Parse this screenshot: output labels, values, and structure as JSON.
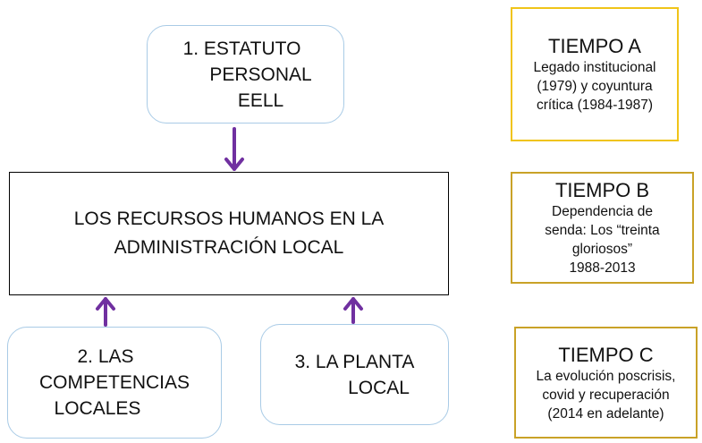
{
  "box1": {
    "lines": [
      "1.   ESTATUTO",
      "PERSONAL",
      "EELL"
    ]
  },
  "main": {
    "lines": [
      "LOS RECURSOS HUMANOS EN LA",
      "ADMINISTRACIÓN LOCAL"
    ]
  },
  "box2": {
    "lines": [
      "2.   LAS",
      "COMPETENCIAS",
      "LOCALES"
    ]
  },
  "box3": {
    "lines": [
      "3.   LA PLANTA",
      "LOCAL"
    ]
  },
  "tiempo_a": {
    "title": "TIEMPO A",
    "lines": [
      "Legado institucional",
      "(1979) y coyuntura",
      "crítica (1984-1987)"
    ]
  },
  "tiempo_b": {
    "title": "TIEMPO B",
    "lines": [
      "Dependencia de",
      "senda: Los “treinta",
      "gloriosos”",
      "1988-2013"
    ]
  },
  "tiempo_c": {
    "title": "TIEMPO C",
    "lines": [
      "La evolución poscrisis,",
      "covid y recuperación",
      "(2014 en adelante)"
    ]
  },
  "colors": {
    "arrow": "#7030a0",
    "rounded_border": "#a9cbe6",
    "tiempo_a_border": "#f0c419",
    "tiempo_border": "#c9a227"
  }
}
